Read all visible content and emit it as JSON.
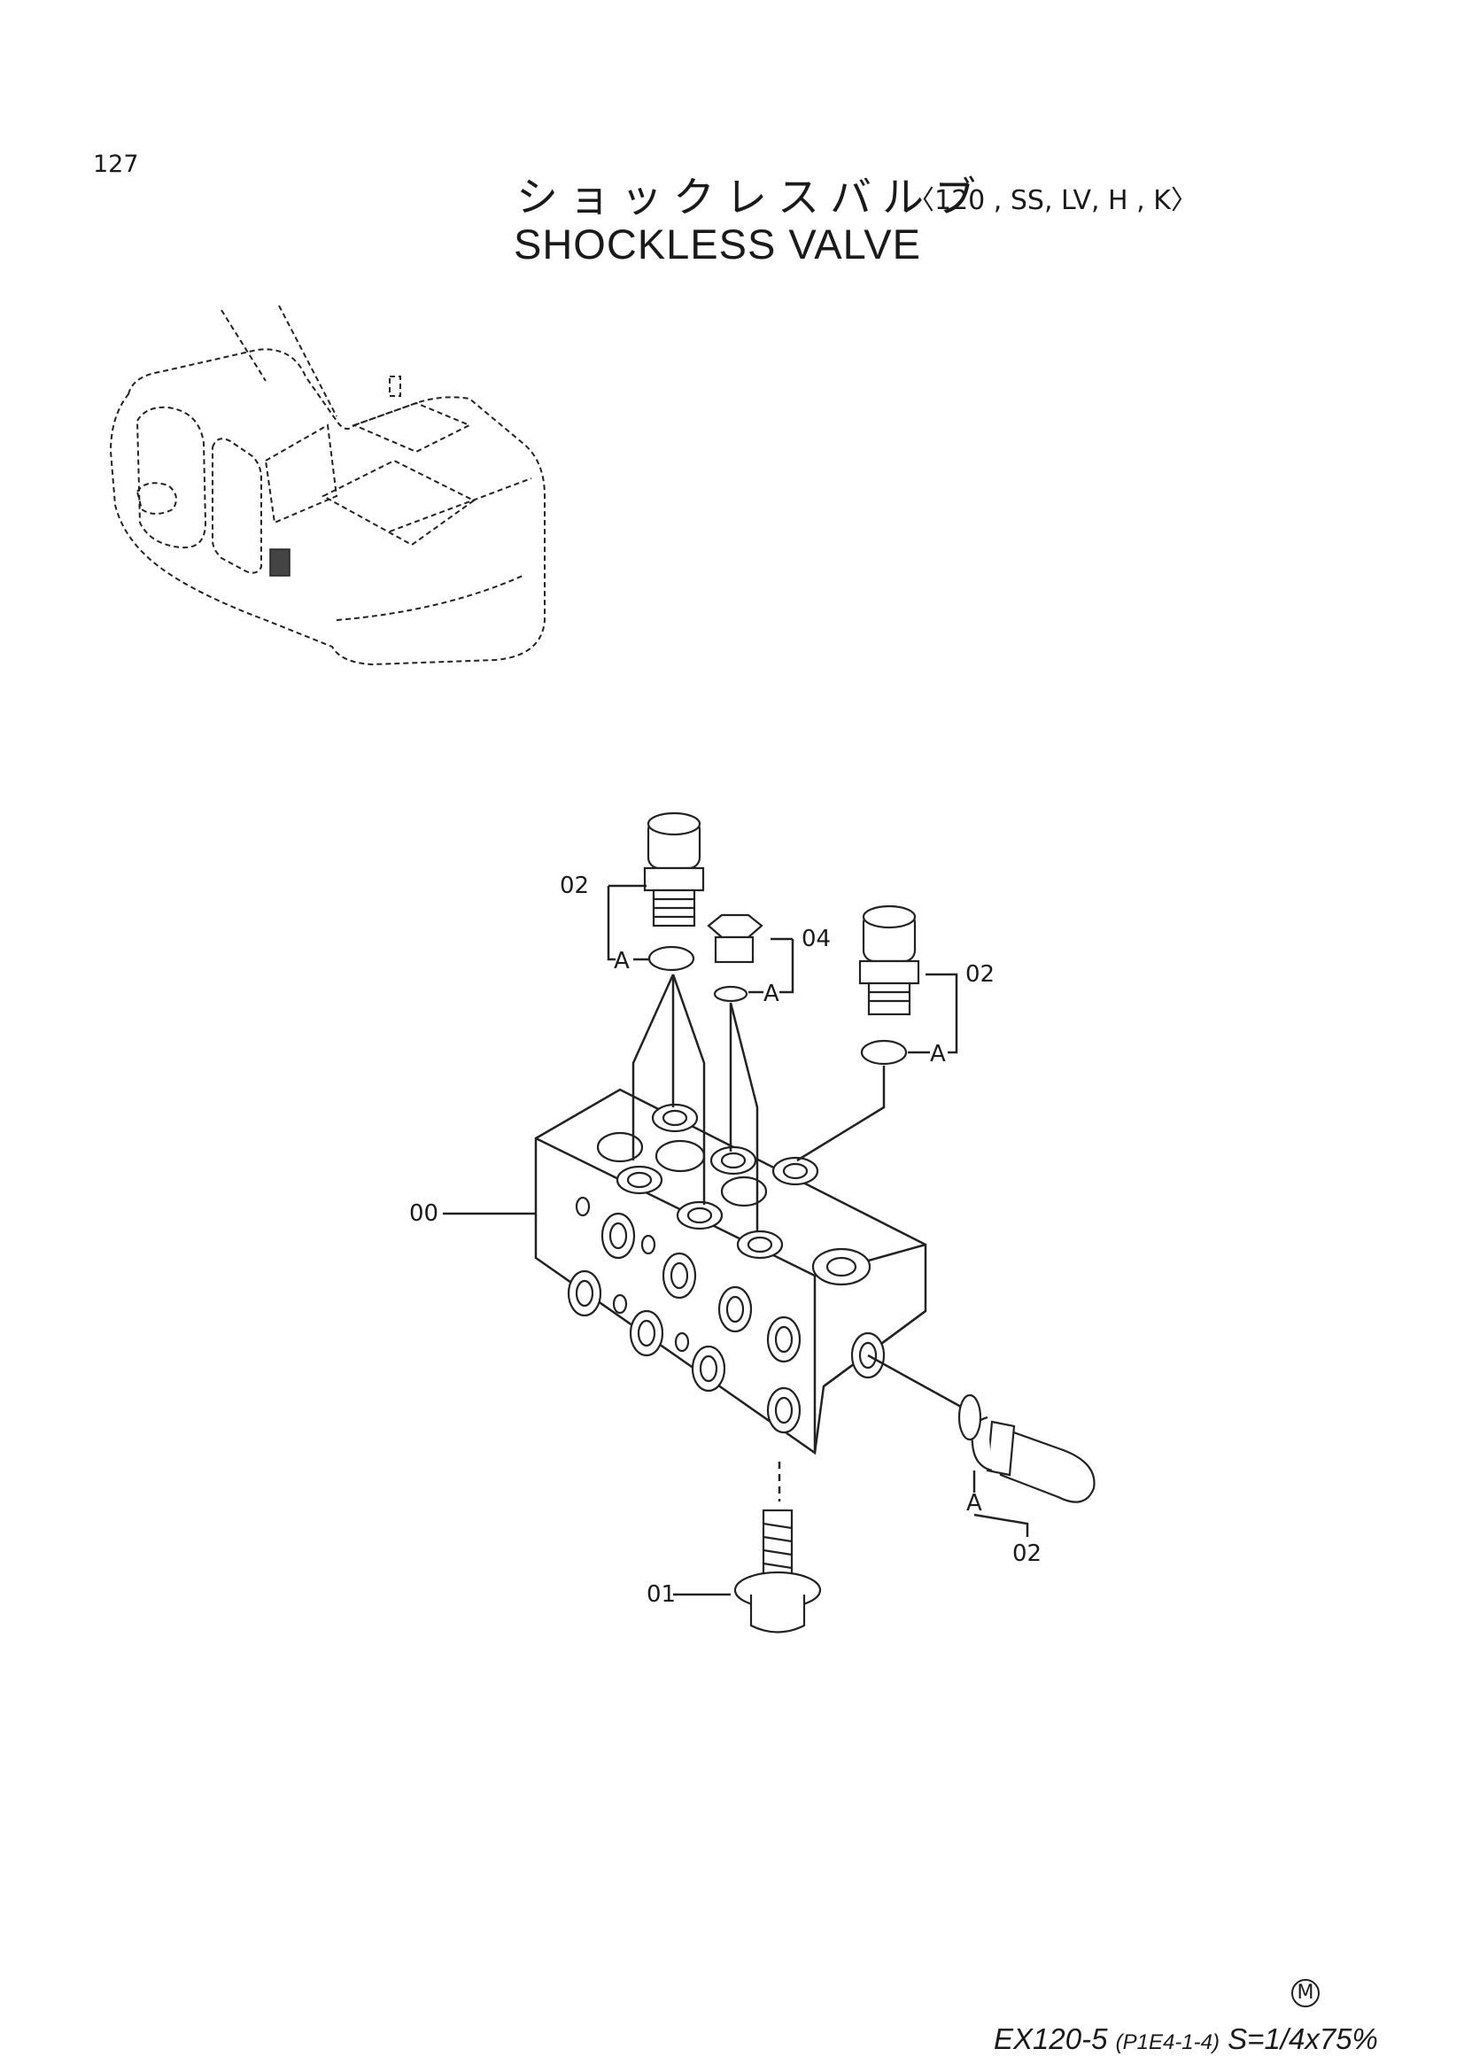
{
  "page_number": "127",
  "title_jp": "ショックレスバルブ",
  "title_models": "〈120 , SS, LV, H , K〉",
  "title_en": "SHOCKLESS  VALVE",
  "callouts": {
    "assembly": "00",
    "bolt": "01",
    "valve": "02",
    "plug": "04",
    "oring": "A"
  },
  "footer": {
    "mark": "M",
    "model": "EX120-5",
    "ref": "(P1E4-1-4)",
    "scale": "S=1/4x75%"
  }
}
